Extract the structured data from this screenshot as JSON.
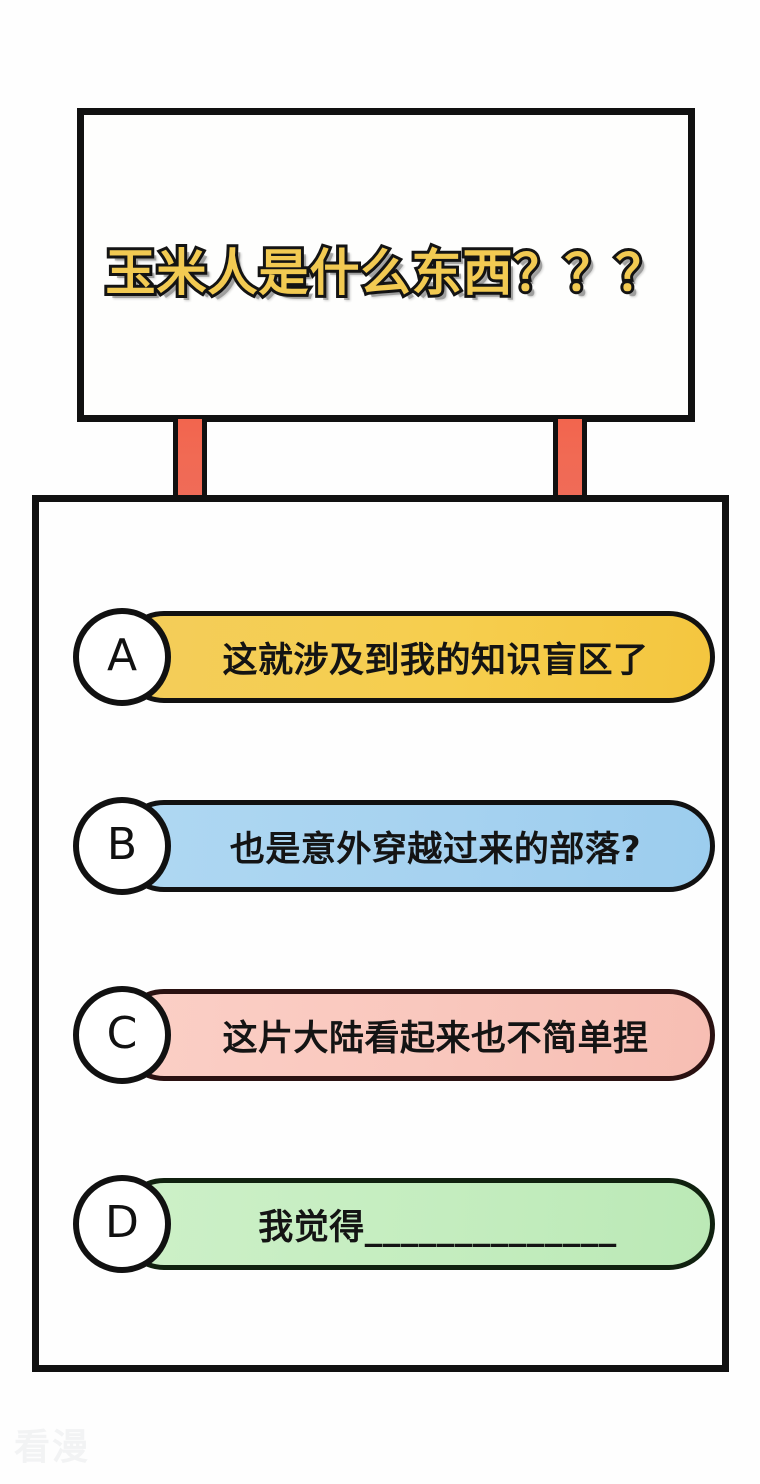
{
  "question": {
    "title": "玉米人是什么东西？？？"
  },
  "connectors": {
    "color": "#f2654e",
    "left_label": "connector-leg-left",
    "right_label": "connector-leg-right"
  },
  "answers": {
    "options": [
      {
        "letter": "A",
        "text": "这就涉及到我的知识盲区了",
        "color": "#f5cd4a"
      },
      {
        "letter": "B",
        "text": "也是意外穿越过来的部落?",
        "color": "#a8d4f0"
      },
      {
        "letter": "C",
        "text": "这片大陆看起来也不简单捏",
        "color": "#f9c6bc"
      },
      {
        "letter": "D",
        "text": "我觉得______________",
        "color": "#c3edbf"
      }
    ]
  },
  "watermark": {
    "text": "看漫"
  },
  "colors": {
    "outline": "#111111",
    "panel_background": "#fefefe",
    "title_fill": "#f2ca52",
    "title_stroke": "#141414"
  }
}
